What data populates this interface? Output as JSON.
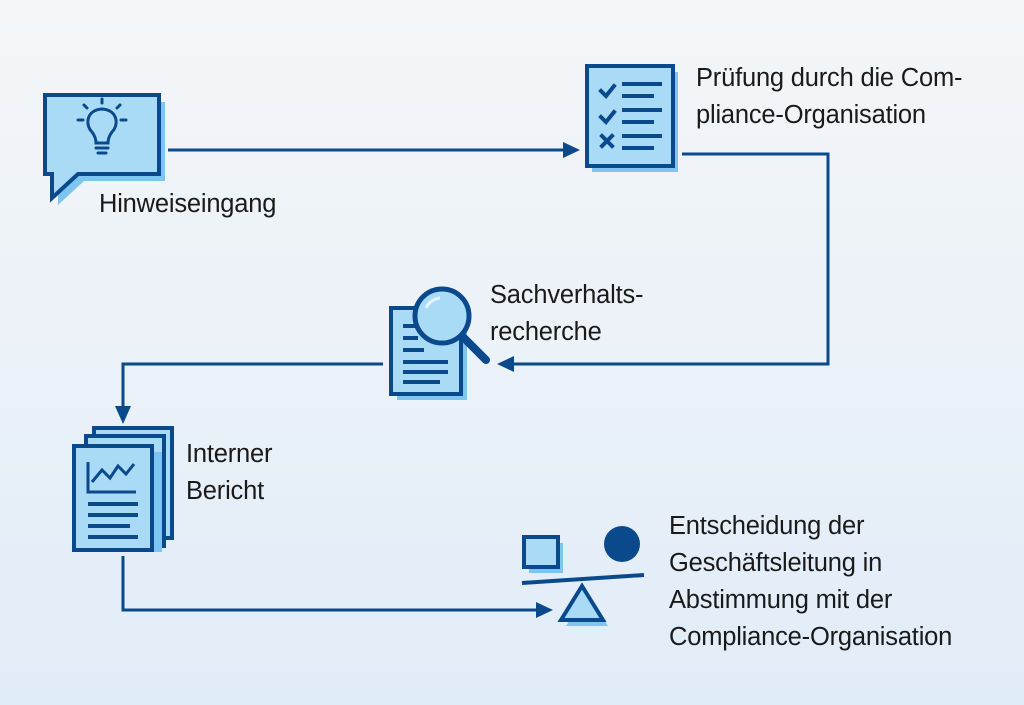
{
  "colors": {
    "stroke": "#0a4a8c",
    "fill": "#a9dbf7",
    "shadow": "#7ec5f0",
    "text": "#1a1a1a",
    "background": "#eef3f8"
  },
  "steps": [
    {
      "id": "hinweiseingang",
      "icon": "lightbulb-speech-bubble-icon",
      "lines": [
        "Hinweiseingang"
      ]
    },
    {
      "id": "pruefung",
      "icon": "checklist-icon",
      "lines": [
        "Prüfung durch die Com-",
        "pliance-Organisation"
      ]
    },
    {
      "id": "sachverhalt",
      "icon": "document-magnifier-icon",
      "lines": [
        "Sachverhalts-",
        "recherche"
      ]
    },
    {
      "id": "bericht",
      "icon": "report-stack-chart-icon",
      "lines": [
        "Interner",
        "Bericht"
      ]
    },
    {
      "id": "entscheidung",
      "icon": "balance-scale-icon",
      "lines": [
        "Entscheidung der",
        "Geschäftsleitung in",
        "Abstimmung mit der",
        "Compliance-Organisation"
      ]
    }
  ]
}
